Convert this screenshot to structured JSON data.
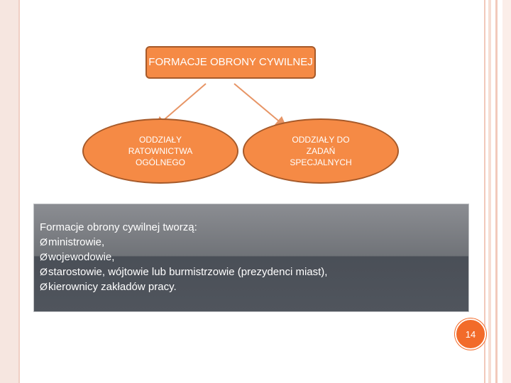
{
  "diagram": {
    "root": {
      "label": "FORMACJE OBRONY CYWILNEJ"
    },
    "children": [
      {
        "label": "ODDZIAŁY RATOWNICTWA OGÓLNEGO"
      },
      {
        "label": "ODDZIAŁY DO ZADAŃ SPECJALNYCH"
      }
    ]
  },
  "info": {
    "heading": "Formacje obrony cywilnej tworzą:",
    "bullet_symbol": "Ø",
    "items": [
      "ministrowie,",
      "wojewodowie,",
      "starostowie, wójtowie lub burmistrzowie (prezydenci miast),",
      "kierownicy zakładów pracy."
    ]
  },
  "slide_number": "14",
  "colors": {
    "shape_fill": "#f58a45",
    "shape_border": "#a65a2a",
    "connector": "#e79566",
    "badge": "#f26b2a"
  }
}
